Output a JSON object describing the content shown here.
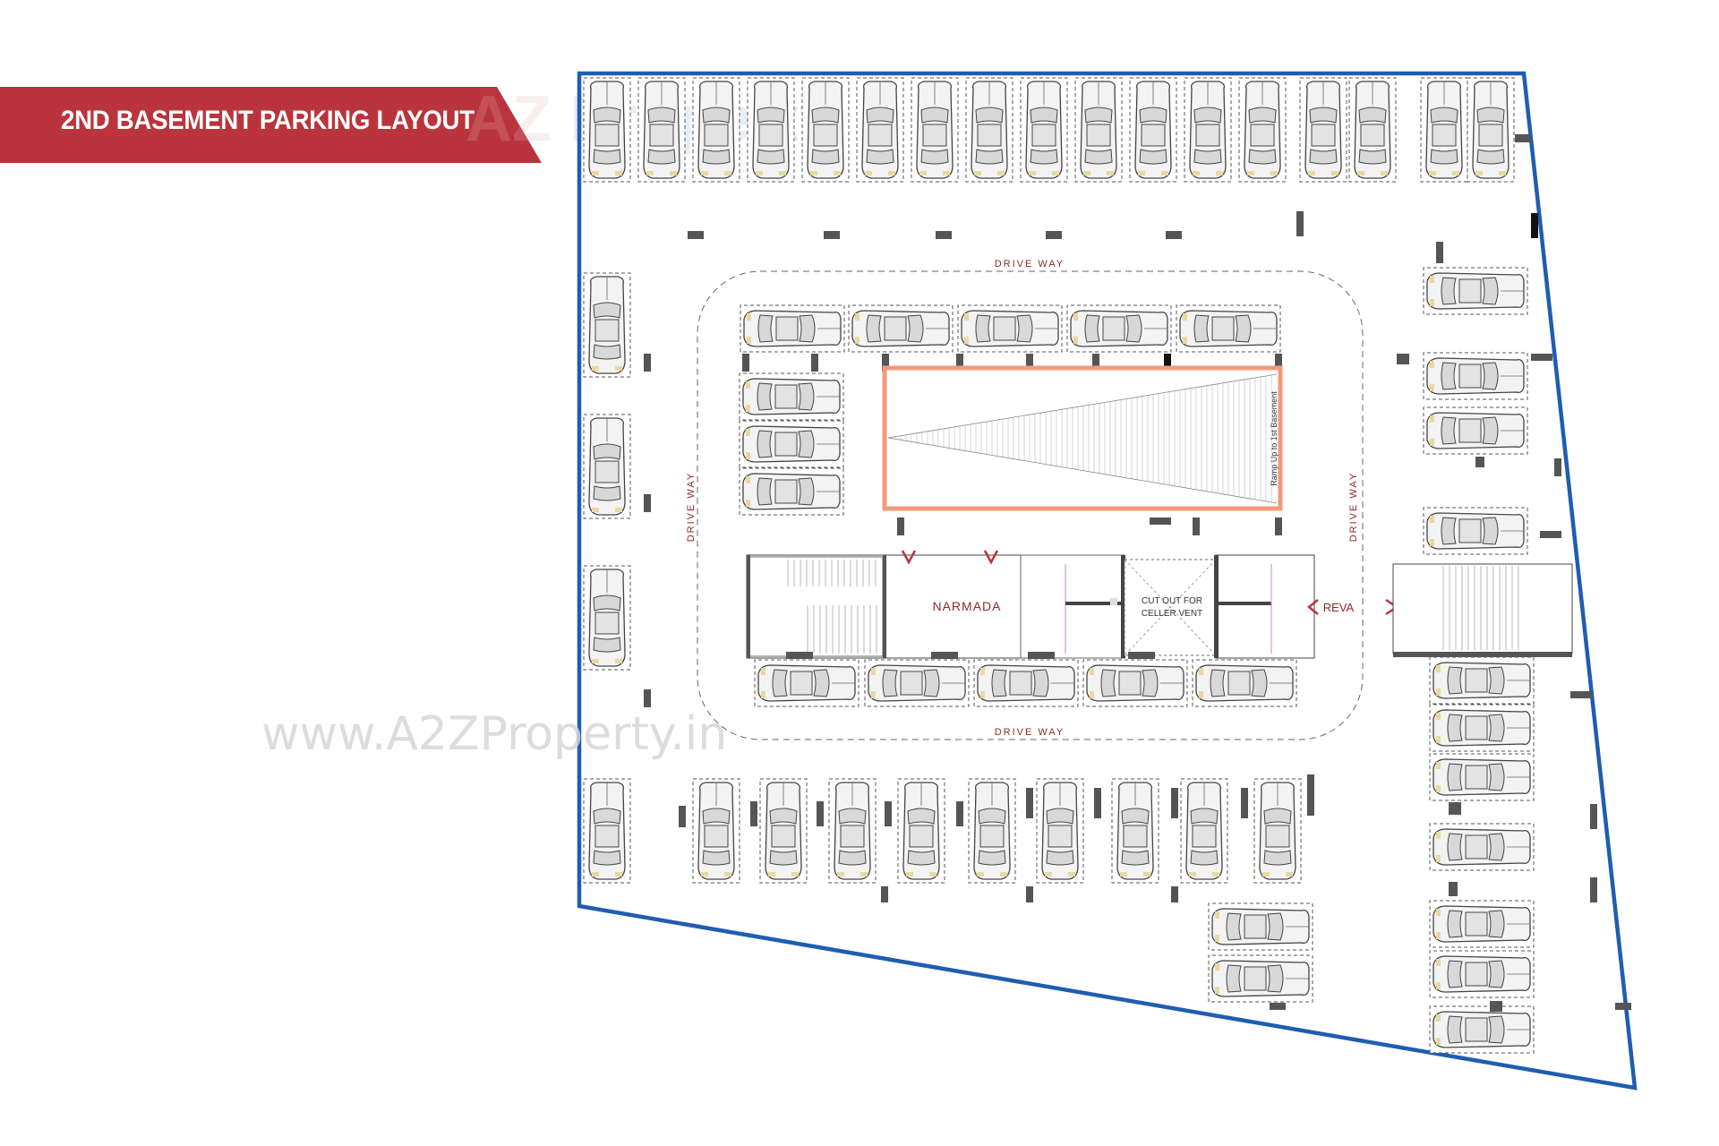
{
  "banner": {
    "title": "2ND BASEMENT PARKING LAYOUT",
    "color": "#b9343d"
  },
  "watermark": {
    "logo_a": "A",
    "logo_z": "Z",
    "logo_text": "Property",
    "url": "www.A2ZProperty.in"
  },
  "labels": {
    "drive_way_top": "DRIVE WAY",
    "drive_way_bottom": "DRIVE WAY",
    "drive_way_left": "DRIVE WAY",
    "drive_way_right": "DRIVE WAY",
    "narmada": "NARMADA",
    "reva": "REVA",
    "cutout_line1": "CUT OUT FOR",
    "cutout_line2": "CELLER VENT",
    "ramp": "Ramp Up to 1st Basement"
  },
  "colors": {
    "boundary": "#1f5db0",
    "ramp": "#f39a7a",
    "label_red": "#8b2a2a",
    "column": "#555555"
  }
}
